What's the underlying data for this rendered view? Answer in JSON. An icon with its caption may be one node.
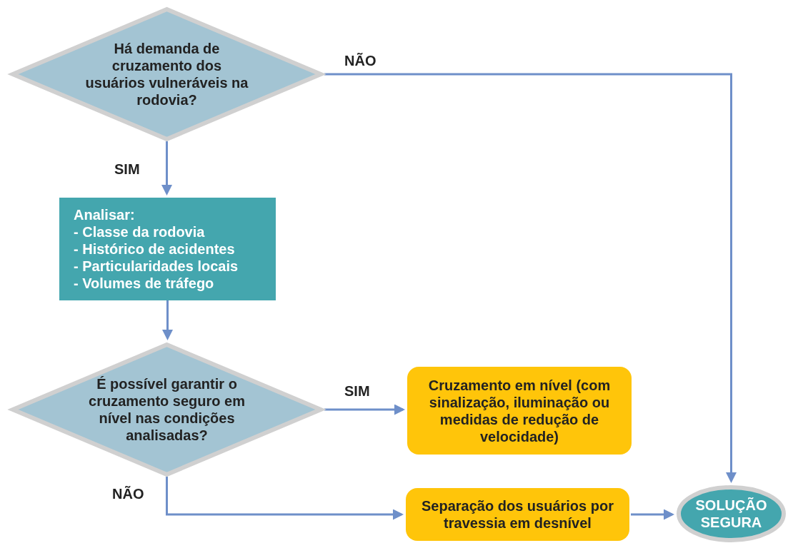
{
  "diagram": {
    "nodes": [
      {
        "text": [
          "Há demanda de cruzamento dos usuários vulneráveis na rodovia?"
        ]
      },
      {
        "text": [
          "Analisar:",
          "- Classe da rodovia",
          "- Histórico de acidentes",
          "- Particularidades locais",
          "- Volumes de tráfego"
        ]
      },
      {
        "text": [
          "É possível garantir o cruzamento seguro em nível nas condições analisadas?"
        ]
      },
      {
        "text": [
          "Cruzamento em nível (com sinalização, iluminação ou medidas de redução de velocidade)"
        ]
      },
      {
        "text": [
          "Separação dos usuários por travessia em desnível"
        ]
      },
      {
        "text": [
          "SOLUÇÃO SEGURA"
        ]
      }
    ],
    "edges": [
      {
        "from": 0,
        "to": 5,
        "arrow": "to",
        "label": "NÃO"
      },
      {
        "from": 0,
        "to": 1,
        "arrow": "to",
        "label": "SIM"
      },
      {
        "from": 1,
        "to": 2,
        "arrow": "to"
      },
      {
        "from": 2,
        "to": 3,
        "arrow": "to",
        "label": "SIM"
      },
      {
        "from": 2,
        "to": 4,
        "arrow": "to",
        "label": "NÃO"
      },
      {
        "from": 4,
        "to": 5,
        "arrow": "to"
      }
    ]
  }
}
